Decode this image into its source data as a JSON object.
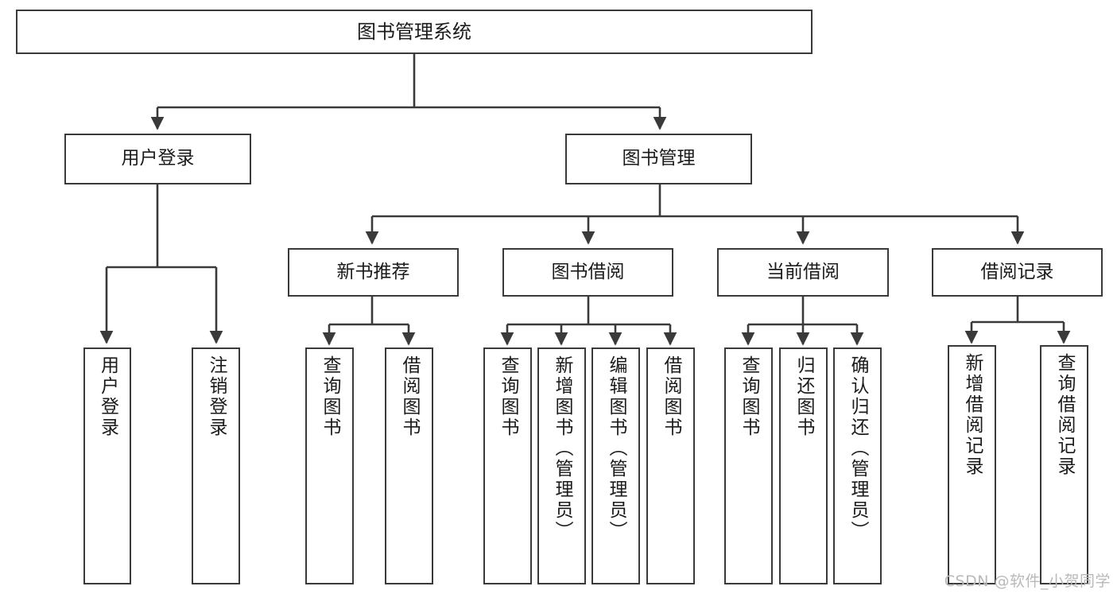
{
  "diagram": {
    "title": "图书管理系统",
    "type": "functional-hierarchy-tree",
    "colors": {
      "box_border": "#3a3a3a",
      "box_fill": "#ffffff",
      "edge": "#3a3a3a",
      "text": "#1b1b1b",
      "watermark": "#b9b9b9",
      "background": "#ffffff"
    },
    "nodes": {
      "root": {
        "label": "图书管理系统"
      },
      "level2": [
        {
          "id": "user-login",
          "label": "用户登录"
        },
        {
          "id": "book-manage",
          "label": "图书管理"
        }
      ],
      "level3": [
        {
          "id": "new-book-recommend",
          "label": "新书推荐"
        },
        {
          "id": "book-borrow",
          "label": "图书借阅"
        },
        {
          "id": "current-borrow",
          "label": "当前借阅"
        },
        {
          "id": "borrow-record",
          "label": "借阅记录"
        }
      ],
      "leaves": {
        "user-login": [
          {
            "id": "leaf-user-login",
            "label": "用户登录"
          },
          {
            "id": "leaf-logout-login",
            "label": "注销登录"
          }
        ],
        "new-book-recommend": [
          {
            "id": "leaf-query-book-1",
            "label": "查询图书"
          },
          {
            "id": "leaf-borrow-book-1",
            "label": "借阅图书"
          }
        ],
        "book-borrow": [
          {
            "id": "leaf-query-book-2",
            "label": "查询图书"
          },
          {
            "id": "leaf-add-book",
            "label": "新增图书（管理员）"
          },
          {
            "id": "leaf-edit-book",
            "label": "编辑图书（管理员）"
          },
          {
            "id": "leaf-borrow-book-2",
            "label": "借阅图书"
          }
        ],
        "current-borrow": [
          {
            "id": "leaf-query-book-3",
            "label": "查询图书"
          },
          {
            "id": "leaf-return-book",
            "label": "归还图书"
          },
          {
            "id": "leaf-confirm-return",
            "label": "确认归还（管理员）"
          }
        ],
        "borrow-record": [
          {
            "id": "leaf-add-record",
            "label": "新增借阅记录"
          },
          {
            "id": "leaf-query-record",
            "label": "查询借阅记录"
          }
        ]
      }
    },
    "watermark": "CSDN @软件_小贺同学"
  }
}
